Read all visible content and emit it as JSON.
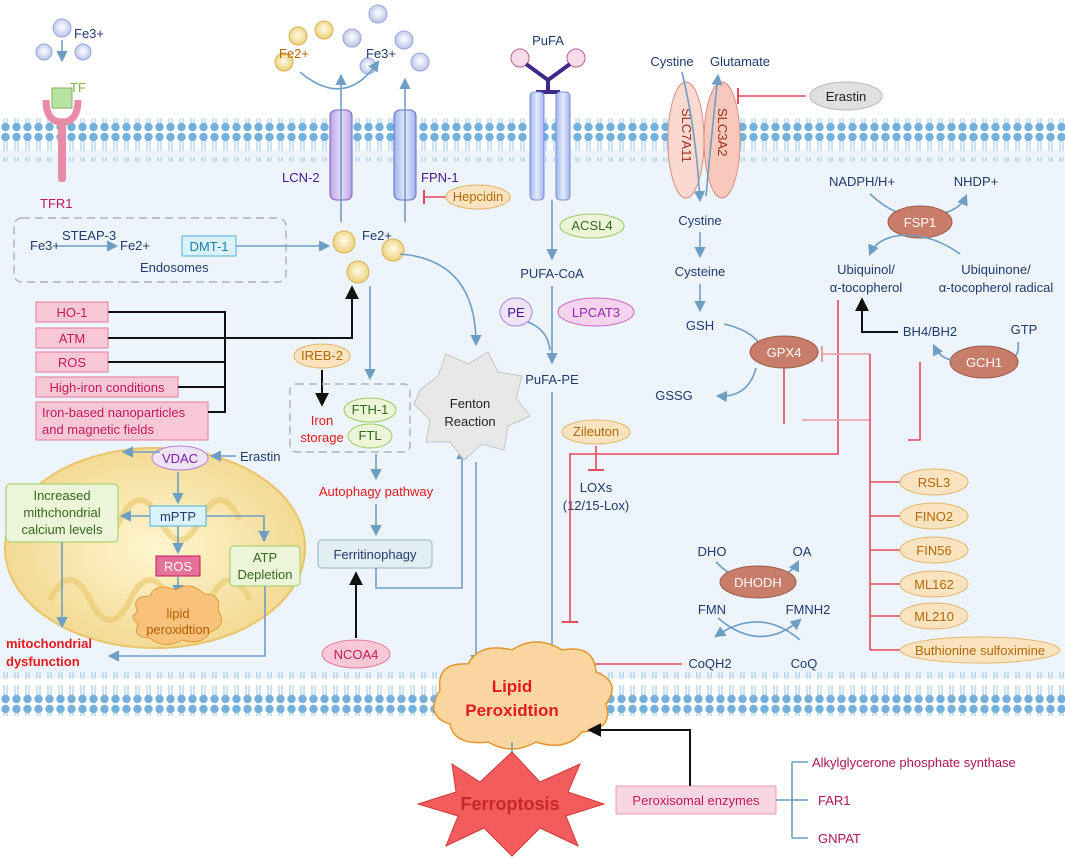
{
  "colors": {
    "membrane_head": "#74b0dc",
    "arrow_blue": "#6f9ec4",
    "inhibit_red": "#e84a5f",
    "activate_black": "#111111",
    "text_navy": "#1f3b6e",
    "text_red": "#e41a1c",
    "pink_box": "#f8c8d6",
    "green_box": "#ecf5d8",
    "orange_oval": "#fbe3bf",
    "brown_enzyme": "#c77d6a",
    "mito_fill": "#f6e29a"
  },
  "iron_uptake": {
    "fe3_top": "Fe3+",
    "tf": "TF",
    "tfr1": "TFR1",
    "lcn2": "LCN-2",
    "fpn1": "FPN-1",
    "hepcidin": "Hepcidin",
    "fe2_out": "Fe2+",
    "fe3_out": "Fe3+",
    "fe2_pool": "Fe2+"
  },
  "endosome": {
    "fe3": "Fe3+",
    "steap3": "STEAP-3",
    "fe2": "Fe2+",
    "dmt1": "DMT-1",
    "label": "Endosomes"
  },
  "iron_regulators": [
    "HO-1",
    "ATM",
    "ROS",
    "High-iron conditions",
    "Iron-based nanoparticles",
    "and magnetic fields"
  ],
  "iron_storage": {
    "ireb2": "IREB-2",
    "label_line1": "Iron",
    "label_line2": "storage",
    "fth1": "FTH-1",
    "ftl": "FTL",
    "autophagy": "Autophagy pathway",
    "ferritinophagy": "Ferritinophagy",
    "ncoa4": "NCOA4",
    "fenton_line1": "Fenton",
    "fenton_line2": "Reaction"
  },
  "mitochondria": {
    "vdac": "VDAC",
    "erastin": "Erastin",
    "mptp": "mPTP",
    "calcium_line1": "Increased",
    "calcium_line2": "mithchondrial",
    "calcium_line3": "calcium levels",
    "atp_line1": "ATP",
    "atp_line2": "Depletion",
    "ros": "ROS",
    "lipid_line1": "lipid",
    "lipid_line2": "peroxidtion",
    "dysfunction_line1": "mitochondrial",
    "dysfunction_line2": "dysfunction"
  },
  "pufa_pathway": {
    "pufa": "PuFA",
    "acsl4": "ACSL4",
    "pufa_coa": "PUFA-CoA",
    "pe": "PE",
    "lpcat3": "LPCAT3",
    "pufa_pe": "PuFA-PE",
    "zileuton": "Zileuton",
    "lox_line1": "LOXs",
    "lox_line2": "(12/15-Lox)"
  },
  "system_xc": {
    "cystine_out": "Cystine",
    "glutamate": "Glutamate",
    "slc7a11": "SLC7A11",
    "slc3a2": "SLC3A2",
    "erastin": "Erastin",
    "cystine_in": "Cystine",
    "cysteine": "Cysteine",
    "gsh": "GSH",
    "gssg": "GSSG",
    "gpx4": "GPX4"
  },
  "fsp1_axis": {
    "nadph": "NADPH/H+",
    "nhdp": "NHDP+",
    "fsp1": "FSP1",
    "ubiquinol_line1": "Ubiquinol/",
    "ubiquinol_line2": "α-tocopherol",
    "ubiquinone_line1": "Ubiquinone/",
    "ubiquinone_line2": "α-tocopherol radical",
    "bh4": "BH4/BH2",
    "gtp": "GTP",
    "gch1": "GCH1"
  },
  "inhibitors": [
    "RSL3",
    "FINO2",
    "FIN56",
    "ML162",
    "ML210",
    "Buthionine sulfoximine"
  ],
  "dhodh_axis": {
    "dho": "DHO",
    "oa": "OA",
    "dhodh": "DHODH",
    "fmn": "FMN",
    "fmnh2": "FMNH2",
    "coqh2": "CoQH2",
    "coq": "CoQ"
  },
  "outcome": {
    "lipid_line1": "Lipid",
    "lipid_line2": "Peroxidtion",
    "ferroptosis": "Ferroptosis",
    "peroxisomal": "Peroxisomal enzymes",
    "enzymes": [
      "Alkylglycerone phosphate synthase",
      "FAR1",
      "GNPAT"
    ]
  }
}
